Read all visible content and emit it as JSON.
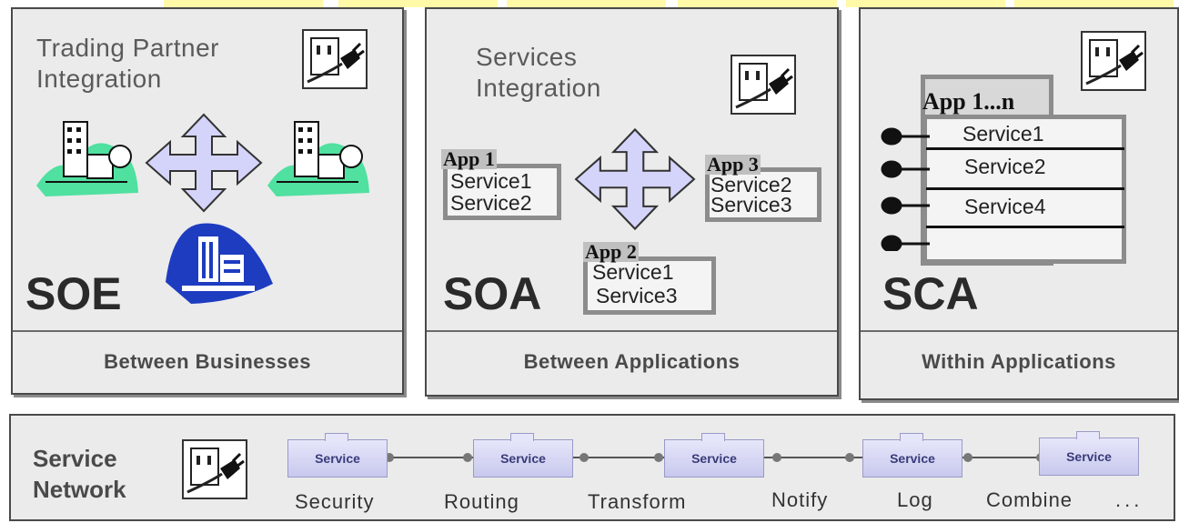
{
  "panels": {
    "soe": {
      "title_line1": "Trading Partner",
      "title_line2": "Integration",
      "acronym": "SOE",
      "caption": "Between Businesses"
    },
    "soa": {
      "title_line1": "Services",
      "title_line2": "Integration",
      "acronym": "SOA",
      "caption": "Between Applications",
      "apps": [
        {
          "label": "App 1",
          "services": [
            "Service1",
            "Service2"
          ]
        },
        {
          "label": "App 2",
          "services": [
            "Service1",
            "Service3"
          ]
        },
        {
          "label": "App 3",
          "services": [
            "Service2",
            "Service3"
          ]
        }
      ]
    },
    "sca": {
      "acronym": "SCA",
      "caption": "Within Applications",
      "app_label": "App 1...n",
      "services": [
        "Service1",
        "Service2",
        "Service4"
      ]
    }
  },
  "service_network": {
    "title_line1": "Service",
    "title_line2": "Network",
    "chip_text": "Service",
    "items": [
      "Security",
      "Routing",
      "Transform",
      "Notify",
      "Log",
      "Combine"
    ],
    "ellipsis": "..."
  },
  "colors": {
    "panel_bg": "#ebebeb",
    "arrow_fill": "#d4d4fb",
    "building_green": "#50e0a0",
    "building_blue": "#1e3cc0",
    "tab_yellow": "#fff9a8"
  }
}
